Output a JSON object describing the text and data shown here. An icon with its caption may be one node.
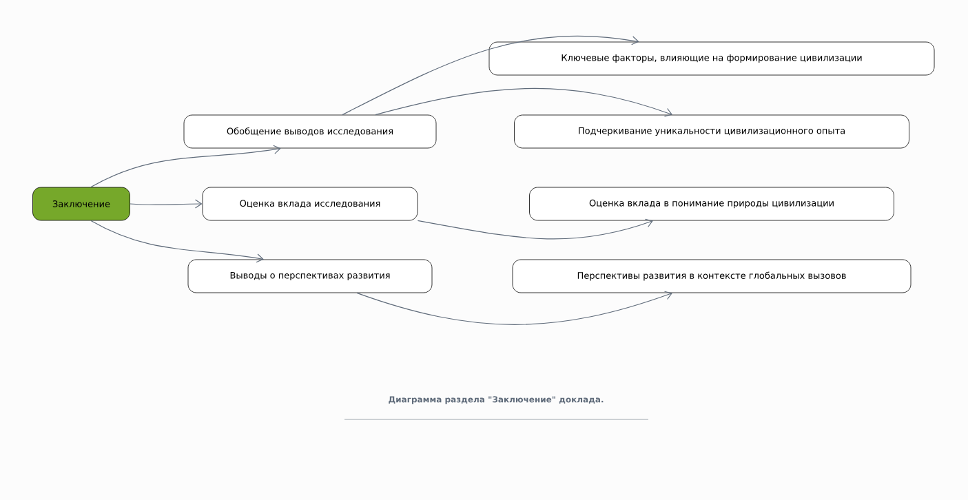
{
  "diagram": {
    "caption": "Диаграмма раздела \"Заключение\" доклада.",
    "nodes": [
      {
        "text": [
          "Заключение"
        ]
      },
      {
        "text": [
          "Обобщение выводов исследования"
        ]
      },
      {
        "text": [
          "Оценка вклада исследования"
        ]
      },
      {
        "text": [
          "Выводы о перспективах развития"
        ]
      },
      {
        "text": [
          "Ключевые факторы, влияющие на формирование цивилизации"
        ]
      },
      {
        "text": [
          "Подчеркивание уникальности цивилизационного опыта"
        ]
      },
      {
        "text": [
          "Оценка вклада в понимание природы цивилизации"
        ]
      },
      {
        "text": [
          "Перспективы развития в контексте глобальных вызовов"
        ]
      }
    ],
    "edges": [
      {
        "from": 0,
        "to": 1,
        "arrow": "to"
      },
      {
        "from": 0,
        "to": 2,
        "arrow": "to"
      },
      {
        "from": 0,
        "to": 3,
        "arrow": "to"
      },
      {
        "from": 1,
        "to": 4,
        "arrow": "to"
      },
      {
        "from": 1,
        "to": 5,
        "arrow": "to"
      },
      {
        "from": 2,
        "to": 6,
        "arrow": "to"
      },
      {
        "from": 3,
        "to": 7,
        "arrow": "to"
      }
    ]
  }
}
